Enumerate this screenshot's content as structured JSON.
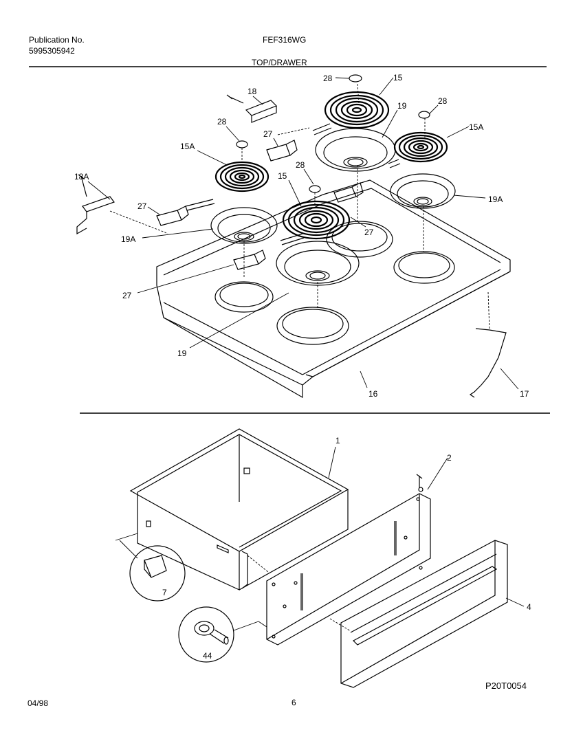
{
  "header": {
    "publication_label": "Publication No.",
    "publication_number": "5995305942",
    "model": "FEF316WG",
    "section_title": "TOP/DRAWER"
  },
  "footer": {
    "date": "04/98",
    "page": "6",
    "drawing_id": "P20T0054"
  },
  "callouts": {
    "top": [
      "18",
      "28",
      "15",
      "19",
      "28",
      "15A",
      "28",
      "27",
      "15A",
      "18A",
      "28",
      "15",
      "27",
      "19A",
      "19A",
      "27",
      "27",
      "19",
      "16",
      "17"
    ],
    "drawer": [
      "1",
      "2",
      "7",
      "4",
      "44"
    ]
  }
}
